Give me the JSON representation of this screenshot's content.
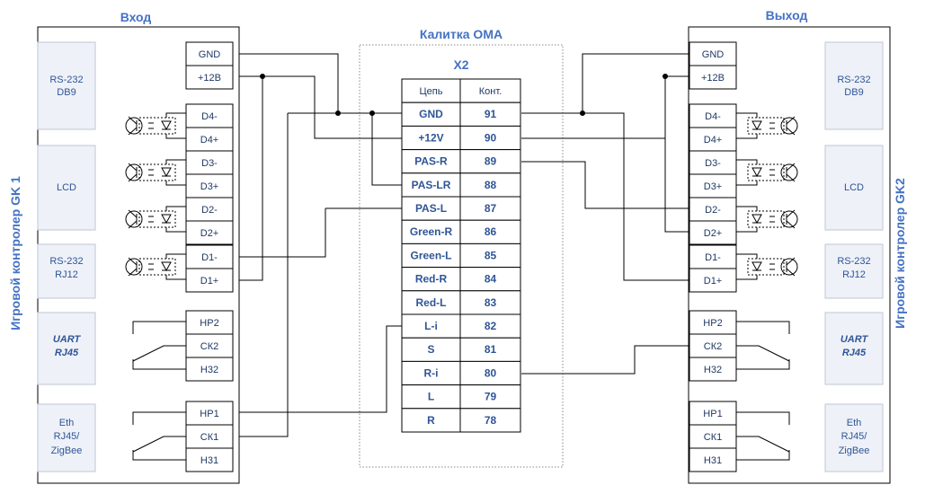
{
  "titles": {
    "input": "Вход",
    "output": "Выход",
    "center": "Калитка OMA",
    "table": "X2",
    "left_side": "Игровой контролер GK 1",
    "right_side": "Игровой контролер GK2"
  },
  "table": {
    "headers": [
      "Цепь",
      "Конт."
    ],
    "rows": [
      [
        "GND",
        "91"
      ],
      [
        "+12V",
        "90"
      ],
      [
        "PAS-R",
        "89"
      ],
      [
        "PAS-LR",
        "88"
      ],
      [
        "PAS-L",
        "87"
      ],
      [
        "Green-R",
        "86"
      ],
      [
        "Green-L",
        "85"
      ],
      [
        "Red-R",
        "84"
      ],
      [
        "Red-L",
        "83"
      ],
      [
        "L-i",
        "82"
      ],
      [
        "S",
        "81"
      ],
      [
        "R-i",
        "80"
      ],
      [
        "L",
        "79"
      ],
      [
        "R",
        "78"
      ]
    ]
  },
  "pins": [
    "GND",
    "+12В",
    "D4-",
    "D4+",
    "D3-",
    "D3+",
    "D2-",
    "D2+",
    "D1-",
    "D1+",
    "НР2",
    "СК2",
    "Н32",
    "НР1",
    "СК1",
    "Н31"
  ],
  "modules": [
    [
      "RS-232",
      "DB9"
    ],
    [
      "LCD"
    ],
    [
      "RS-232",
      "RJ12"
    ],
    [
      "UART",
      "RJ45"
    ],
    [
      "Eth",
      "RJ45/",
      "ZigBee"
    ]
  ],
  "colors": {
    "title": "#4472C4",
    "cell_text": "#2F5597",
    "module_fill": "#EEF1F8"
  }
}
